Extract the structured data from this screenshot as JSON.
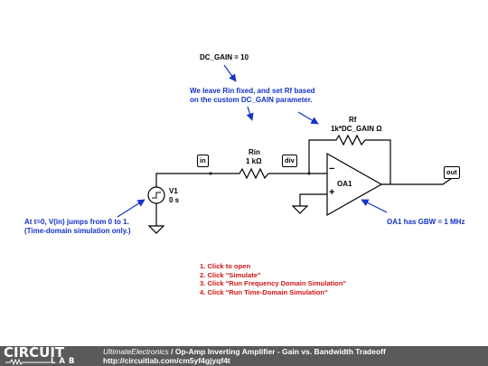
{
  "schematic": {
    "dc_gain_param": "DC_GAIN = 10",
    "note_rin": "We leave Rin fixed, and set Rf based",
    "note_rin_2": "on the custom DC_GAIN parameter.",
    "rf_name": "Rf",
    "rf_value": "1k*DC_GAIN Ω",
    "rin_name": "Rin",
    "rin_value": "1 kΩ",
    "v1_name": "V1",
    "v1_value": "0 s",
    "oa1_name": "OA1",
    "note_v1": "At t=0, V(in) jumps from 0 to 1.",
    "note_v1_2": "(Time-domain simulation only.)",
    "note_oa1": "OA1 has GBW = 1 MHz",
    "net_in": "in",
    "net_div": "div",
    "net_out": "out",
    "opamp_minus": "−",
    "opamp_plus": "+"
  },
  "instructions": [
    "1. Click to open",
    "2. Click \"Simulate\"",
    "3. Click \"Run Frequency Domain Simulation\"",
    "4. Click \"Run Time-Domain Simulation\""
  ],
  "footer": {
    "logo_top": "CIRCUIT",
    "logo_bottom": "LAB",
    "author": "UltimateElectronics",
    "separator": " / ",
    "title": "Op-Amp Inverting Amplifier - Gain vs. Bandwidth Tradeoff",
    "url": "http://circuitlab.com/cm5yf4gjyqf4t"
  },
  "colors": {
    "annotation": "#1432c8",
    "instructions": "#d21414",
    "footer_bg": "#5a5a5a",
    "wire": "#000000"
  }
}
